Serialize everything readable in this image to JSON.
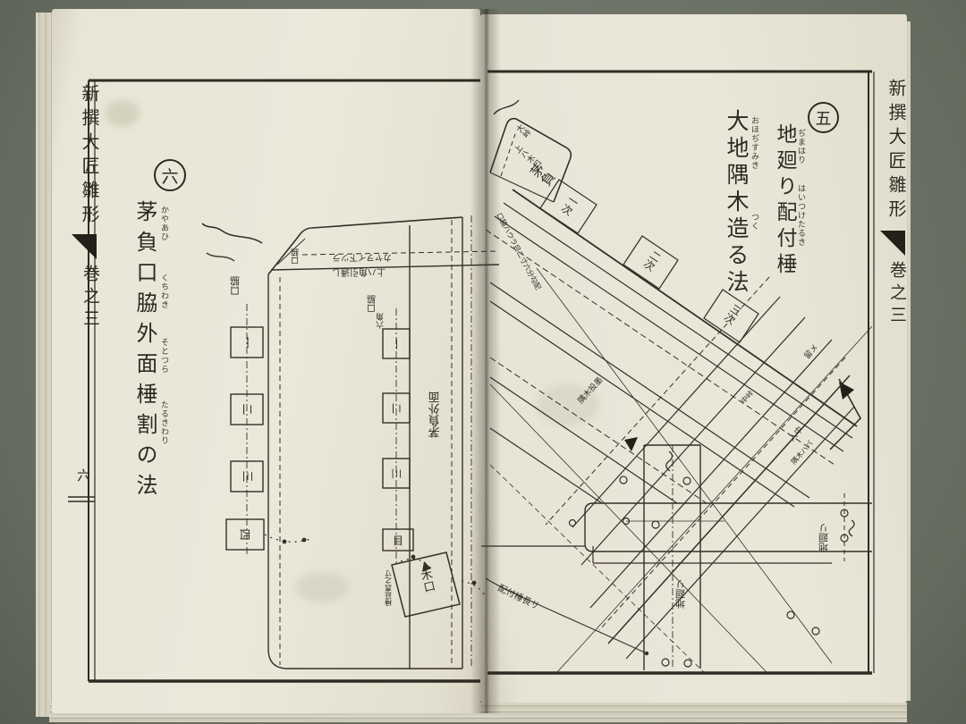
{
  "photo": {
    "desk_color": "#70756a",
    "paper_color": "#e9e6d8",
    "ink_color": "#2e2a23"
  },
  "book": {
    "series_title": "新撰大匠雛形",
    "volume": "巻之三",
    "left_page": {
      "folio": "六",
      "section_no": "六",
      "title": "茅負口脇外面棰割の法",
      "furigana": {
        "kayaoi": "かやあひ",
        "kuchiwaki": "くちわき",
        "sotozura": "そとつら",
        "tarukiwari": "たるきわり"
      },
      "labels": {
        "kuchiwaki_outer": "口脇",
        "cap_note": "口脇",
        "kayaoi_lower_face": "カヤヲイ下ツラ",
        "top_edge_note": "上ハ角引通し",
        "kuchiwaki_inner": "口脇",
        "hexagon": "六角",
        "outer_face": "茅負外面",
        "end_grain": "木口",
        "taruki_note": "棰延真之寸",
        "left_ticks": [
          "一",
          "二",
          "三",
          "四"
        ],
        "right_ticks": [
          "一",
          "二",
          "三",
          "目"
        ]
      }
    },
    "right_page": {
      "section_no": "五",
      "title_line1": "地廻り配付棰",
      "title_line2": "大地隅木造る法",
      "furigana": {
        "jimawari": "ぢまはり",
        "haitsuketaruki": "はいつけたるき",
        "ojisumiki": "おほぢすみき",
        "tsukuru": "つく"
      },
      "labels": {
        "kayaoi": "茅負",
        "kayaoi_end": "上ハ木口",
        "otoge": "大峠",
        "rafter_boxes": [
          "一次",
          "二次",
          "三次"
        ],
        "jimawari_right": "地廻リ",
        "jimawari_center": "地廻リ",
        "rafter_length": "配付棰長サ",
        "sumiki_ink": "隅木投墨",
        "iri_chu": "入中",
        "naka_toge": "中峠",
        "tome": "留メ",
        "sumiki_width": "隅木ハバ",
        "slope_note": "口脇ハウラ目二寸六分勾配"
      }
    }
  }
}
